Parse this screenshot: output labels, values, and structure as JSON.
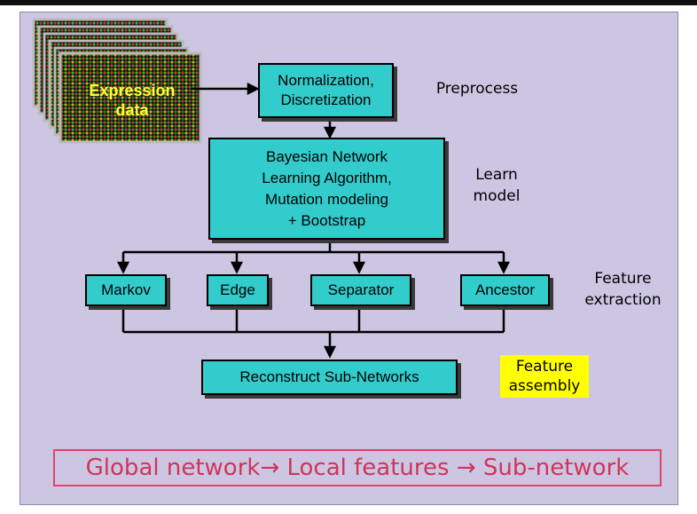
{
  "input": {
    "label_line1": "Expression",
    "label_line2": "data"
  },
  "steps": {
    "normalize": {
      "line1": "Normalization,",
      "line2": "Discretization"
    },
    "learn": {
      "line1": "Bayesian Network",
      "line2": "Learning Algorithm,",
      "line3": "Mutation modeling",
      "line4": "+ Bootstrap"
    },
    "features": [
      "Markov",
      "Edge",
      "Separator",
      "Ancestor"
    ],
    "reconstruct": "Reconstruct Sub-Networks"
  },
  "stages": {
    "preprocess": "Preprocess",
    "learn_line1": "Learn",
    "learn_line2": "model",
    "extraction_line1": "Feature",
    "extraction_line2": "extraction",
    "assembly_line1": "Feature",
    "assembly_line2": "assembly"
  },
  "summary": "Global network→ Local features → Sub-network",
  "colors": {
    "box": "#33cccc",
    "background": "#cdc6e3",
    "highlight": "#ffff00",
    "summary_text": "#d0345a"
  }
}
